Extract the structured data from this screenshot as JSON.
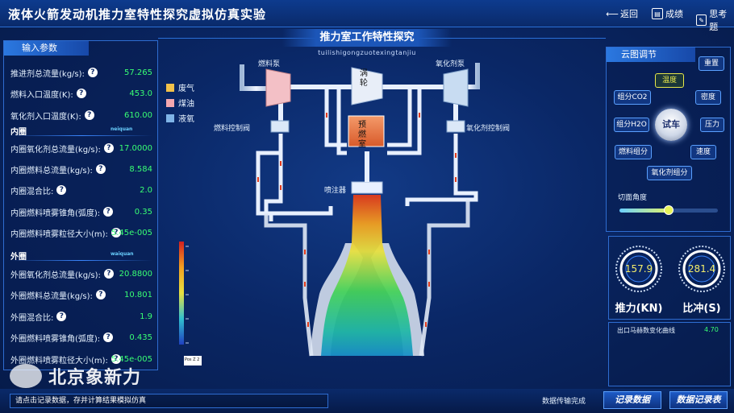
{
  "header": {
    "title": "液体火箭发动机推力室特性探究虚拟仿真实验",
    "back_label": "返回",
    "score_label": "成绩",
    "exam_label": "思考题"
  },
  "center": {
    "title": "推力室工作特性探究",
    "subtitle": "tuilishigongzuotexingtanjiu"
  },
  "left_panel": {
    "title": "输入参数",
    "general": [
      {
        "label": "推进剂总流量(kg/s):",
        "value": "57.265"
      },
      {
        "label": "燃料入口温度(K):",
        "value": "453.0"
      },
      {
        "label": "氧化剂入口温度(K):",
        "value": "610.00"
      }
    ],
    "inner": {
      "title": "内圈",
      "subtitle": "neiquan",
      "rows": [
        {
          "label": "内圈氧化剂总流量(kg/s):",
          "value": "17.0000"
        },
        {
          "label": "内圈燃料总流量(kg/s):",
          "value": "8.584"
        },
        {
          "label": "内圈混合比:",
          "value": "2.0"
        },
        {
          "label": "内圈燃料喷雾锥角(弧度):",
          "value": "0.35"
        },
        {
          "label": "内圈燃料喷雾粒径大小(m):",
          "value": "5.45e-005"
        }
      ]
    },
    "outer": {
      "title": "外圈",
      "subtitle": "waiquan",
      "rows": [
        {
          "label": "外圈氧化剂总流量(kg/s):",
          "value": "20.8800"
        },
        {
          "label": "外圈燃料总流量(kg/s):",
          "value": "10.801"
        },
        {
          "label": "外圈混合比:",
          "value": "1.9"
        },
        {
          "label": "外圈燃料喷雾锥角(弧度):",
          "value": "0.435"
        },
        {
          "label": "外圈燃料喷雾粒径大小(m):",
          "value": "5.45e-005"
        }
      ]
    }
  },
  "legend": [
    {
      "label": "废气",
      "color": "#f2c14a"
    },
    {
      "label": "煤油",
      "color": "#f4a8b0"
    },
    {
      "label": "液氧",
      "color": "#7fb4e8"
    }
  ],
  "diagram": {
    "fuel_pump": "燃料泵",
    "turbine": "涡轮",
    "oxidizer_pump": "氧化剂泵",
    "fuel_valve": "燃料控制阀",
    "preburner": "预燃室",
    "oxidizer_valve": "氧化剂控制阀",
    "injector": "喷注器"
  },
  "right_panel": {
    "title": "云图调节",
    "reset": "重置",
    "temperature": "温度",
    "co2": "组分CO2",
    "density": "密度",
    "h2o": "组分H2O",
    "test": "试车",
    "pressure": "压力",
    "fuel_component": "燃料组分",
    "speed": "速度",
    "oxidizer_component": "氧化剂组分",
    "slice_angle": "切面角度",
    "slice_angle_value": 0.5
  },
  "gauges": {
    "thrust_value": "157.9",
    "thrust_label": "推力(KN)",
    "isp_value": "281.4",
    "isp_label": "比冲(S)"
  },
  "mach": {
    "label": "出口马赫数变化曲线",
    "value": "4.70"
  },
  "colorbar": {
    "label": "Pos Z 2"
  },
  "bottom": {
    "prompt": "请点击记录数据，存并计算结果模拟仿真",
    "status": "数据传输完成",
    "record_btn": "记录数据",
    "table_btn": "数据记录表"
  },
  "brand": {
    "text": "北京象新力"
  },
  "colors": {
    "accent": "#2b78e0",
    "value_green": "#39ff74",
    "gauge_yellow": "#f4ee6a"
  }
}
